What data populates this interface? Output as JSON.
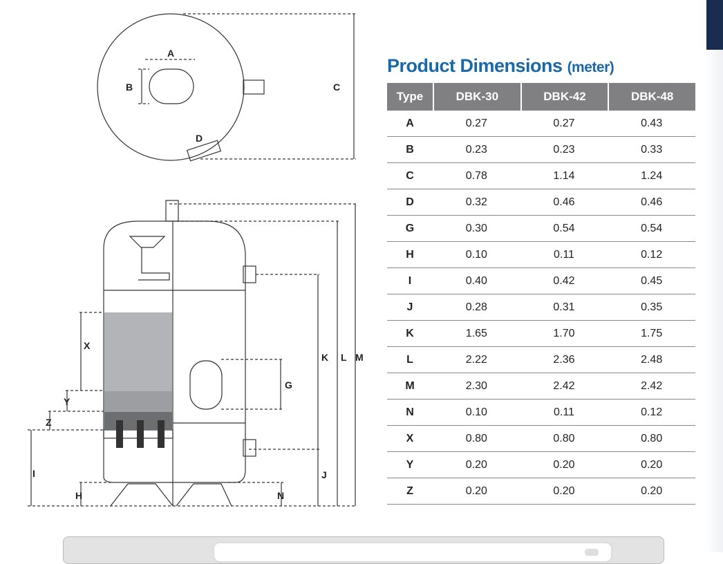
{
  "title": {
    "main": "Product Dimensions",
    "unit": "(meter)"
  },
  "colors": {
    "title": "#1b68a8",
    "header": "#808083"
  },
  "diagram_labels": {
    "A": "A",
    "B": "B",
    "C": "C",
    "D": "D",
    "X": "X",
    "Y": "Y",
    "Z": "Z",
    "I": "I",
    "H": "H",
    "K": "K",
    "L": "L",
    "M": "M",
    "G": "G",
    "J": "J",
    "N": "N"
  },
  "table": {
    "headers": [
      "Type",
      "DBK-30",
      "DBK-42",
      "DBK-48"
    ],
    "rows": [
      [
        "A",
        "0.27",
        "0.27",
        "0.43"
      ],
      [
        "B",
        "0.23",
        "0.23",
        "0.33"
      ],
      [
        "C",
        "0.78",
        "1.14",
        "1.24"
      ],
      [
        "D",
        "0.32",
        "0.46",
        "0.46"
      ],
      [
        "G",
        "0.30",
        "0.54",
        "0.54"
      ],
      [
        "H",
        "0.10",
        "0.11",
        "0.12"
      ],
      [
        "I",
        "0.40",
        "0.42",
        "0.45"
      ],
      [
        "J",
        "0.28",
        "0.31",
        "0.35"
      ],
      [
        "K",
        "1.65",
        "1.70",
        "1.75"
      ],
      [
        "L",
        "2.22",
        "2.36",
        "2.48"
      ],
      [
        "M",
        "2.30",
        "2.42",
        "2.42"
      ],
      [
        "N",
        "0.10",
        "0.11",
        "0.12"
      ],
      [
        "X",
        "0.80",
        "0.80",
        "0.80"
      ],
      [
        "Y",
        "0.20",
        "0.20",
        "0.20"
      ],
      [
        "Z",
        "0.20",
        "0.20",
        "0.20"
      ]
    ]
  }
}
